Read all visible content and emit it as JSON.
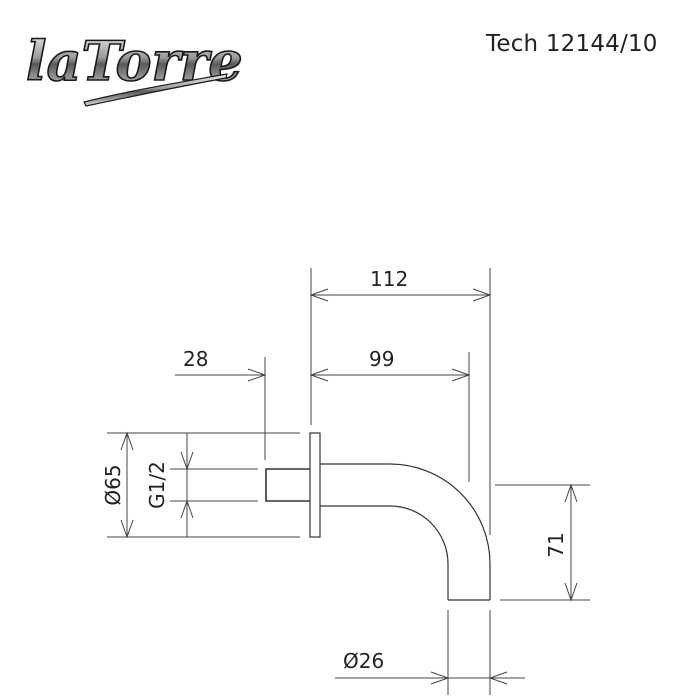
{
  "header": {
    "brand": "laTorre",
    "model_code": "Tech 12144/10"
  },
  "drawing": {
    "type": "technical-drawing",
    "subject": "wall-mounted spout side view",
    "line_color": "#333333",
    "dimensions": {
      "overall_projection": "112",
      "spout_projection": "99",
      "inlet_length": "28",
      "flange_diameter": "Ø65",
      "thread": "G1/2",
      "drop_height": "71",
      "outlet_diameter": "Ø26"
    }
  }
}
